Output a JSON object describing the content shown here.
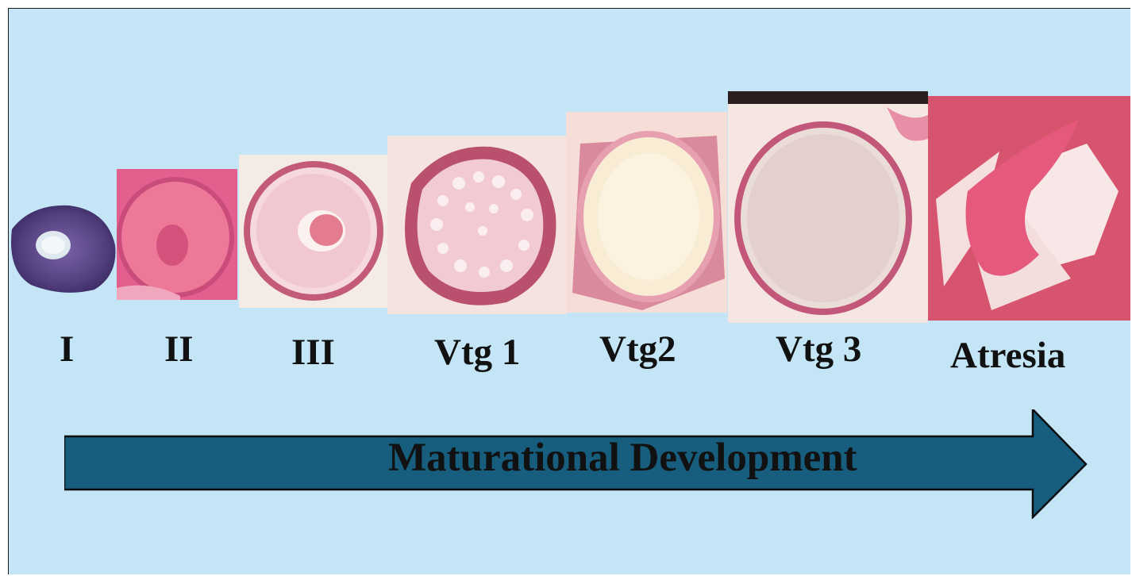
{
  "stages": [
    {
      "id": "I",
      "label": "I",
      "image": "histology-oocyte-stage-1-icon"
    },
    {
      "id": "II",
      "label": "II",
      "image": "histology-oocyte-stage-2-icon"
    },
    {
      "id": "III",
      "label": "III",
      "image": "histology-oocyte-stage-3-icon"
    },
    {
      "id": "Vtg1",
      "label": "Vtg 1",
      "image": "histology-vitellogenic-1-icon"
    },
    {
      "id": "Vtg2",
      "label": "Vtg2",
      "image": "histology-vitellogenic-2-icon"
    },
    {
      "id": "Vtg3",
      "label": "Vtg 3",
      "image": "histology-vitellogenic-3-icon"
    },
    {
      "id": "Atresia",
      "label": "Atresia",
      "image": "histology-atresia-icon"
    }
  ],
  "arrow": {
    "label": "Maturational Development",
    "direction": "right",
    "color": "#175d7d"
  },
  "colors": {
    "background": "#c3e5f5",
    "stain_pink": "#e8728f",
    "stain_purple": "#5a3f86"
  }
}
